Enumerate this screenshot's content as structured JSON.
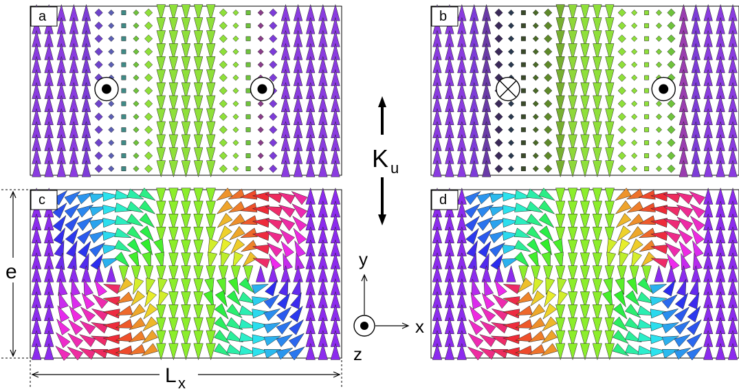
{
  "panels": [
    {
      "label": "a",
      "mode": "domain",
      "cores": [
        {
          "pol": "out"
        },
        {
          "pol": "out"
        }
      ],
      "column_colors": [
        "#8a3be0",
        "#8a3be0",
        "#8a3be0",
        "#8a3be0",
        "#7d3cd8",
        "#6f44cc",
        "#5b5fb4",
        "#3f8a86",
        "#6fc33c",
        "#8fe03a",
        "#8fe03a",
        "#8fe03a",
        "#8fe03a",
        "#8fe03a",
        "#8fe03a",
        "#8fe03a",
        "#8fe03a",
        "#6fc33c",
        "#8a3d8a",
        "#7d3cd8",
        "#8a3be0",
        "#8a3be0",
        "#8a3be0",
        "#8a3be0",
        "#8a3be0"
      ]
    },
    {
      "label": "b",
      "mode": "domain",
      "cores": [
        {
          "pol": "in"
        },
        {
          "pol": "out"
        }
      ],
      "column_colors": [
        "#8a3be0",
        "#8a3be0",
        "#8a3be0",
        "#7d3cd8",
        "#6a3aa8",
        "#3b2a5a",
        "#2a3a50",
        "#3a4a2a",
        "#4a6a28",
        "#5f8a2a",
        "#78b030",
        "#8fd83a",
        "#8fe03a",
        "#8fe03a",
        "#8fe03a",
        "#8fe03a",
        "#8fe03a",
        "#8fe03a",
        "#7fd03a",
        "#6fc33c",
        "#9a3db0",
        "#7d3cd8",
        "#8a3be0",
        "#8a3be0",
        "#8a3be0"
      ]
    },
    {
      "label": "c",
      "mode": "vortex",
      "cores": [],
      "column_colors": []
    },
    {
      "label": "d",
      "mode": "vortex",
      "cores": [],
      "column_colors": []
    }
  ],
  "labels": {
    "ku_main": "K",
    "ku_sub": "u",
    "e": "e",
    "lx_main": "L",
    "lx_sub": "x",
    "axis_x": "x",
    "axis_y": "y",
    "axis_z": "z"
  }
}
